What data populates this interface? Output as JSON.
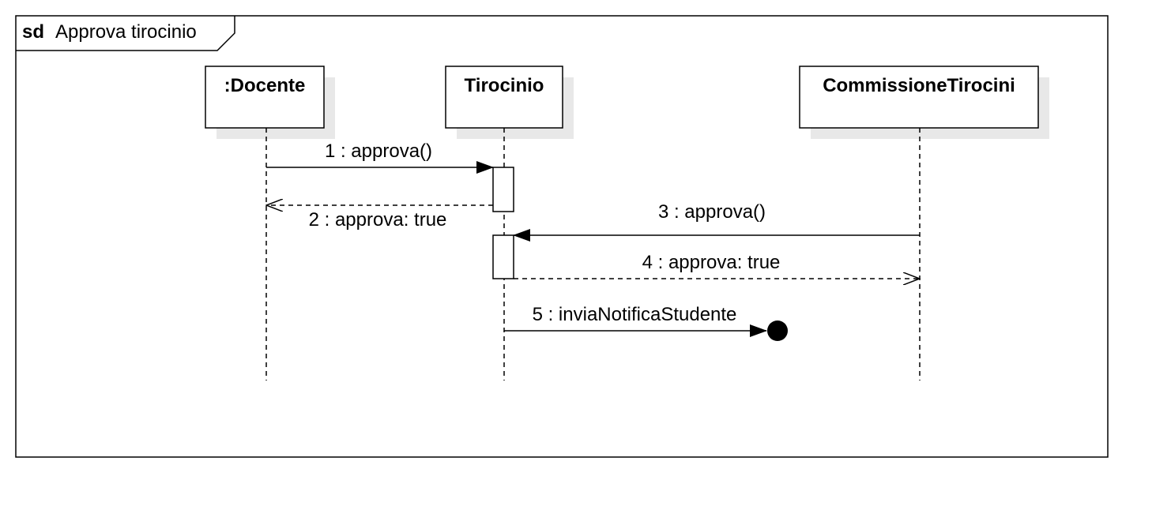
{
  "frame": {
    "keyword": "sd",
    "title": "Approva tirocinio"
  },
  "lifelines": [
    {
      "name": ":Docente"
    },
    {
      "name": "Tirocinio"
    },
    {
      "name": "CommissioneTirocini"
    }
  ],
  "messages": [
    {
      "label": "1 : approva()",
      "kind": "sync-call"
    },
    {
      "label": "2 : approva: true",
      "kind": "reply"
    },
    {
      "label": "3 : approva()",
      "kind": "sync-call"
    },
    {
      "label": "4 : approva: true",
      "kind": "reply"
    },
    {
      "label": "5 : inviaNotificaStudente",
      "kind": "lost-message"
    }
  ]
}
